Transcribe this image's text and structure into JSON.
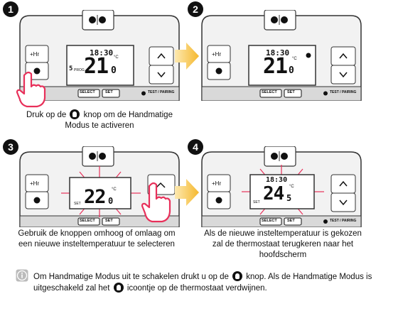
{
  "steps": [
    {
      "number": "1",
      "caption_lines": [
        "Druk op de",
        "knop om de Handmatige",
        "Modus te activeren"
      ],
      "display": {
        "time": "18:30",
        "temp_int": "21",
        "temp_dec": "0",
        "unit": "°C",
        "mode_label": "PROG",
        "mode_digit": "5"
      },
      "buttons": {
        "hr": "+Hr",
        "select": "SELECT",
        "set": "SET",
        "test": "TEST / PAIRING"
      }
    },
    {
      "number": "2",
      "display": {
        "time": "18:30",
        "temp_int": "21",
        "temp_dec": "0",
        "unit": "°C"
      },
      "buttons": {
        "hr": "+Hr",
        "select": "SELECT",
        "set": "SET",
        "test": "TEST / PAIRING"
      }
    },
    {
      "number": "3",
      "caption_lines": [
        "Gebruik de knoppen omhoog of omlaag om",
        "een nieuwe insteltemperatuur te selecteren"
      ],
      "display": {
        "temp_int": "22",
        "temp_dec": "0",
        "unit": "°C",
        "set_label": "SET"
      },
      "buttons": {
        "hr": "+Hr",
        "select": "SELECT",
        "set": "SET"
      }
    },
    {
      "number": "4",
      "caption_lines": [
        "Als de nieuwe insteltemperatuur is gekozen",
        "zal de thermostaat terugkeren naar het",
        "hoofdscherm"
      ],
      "display": {
        "time": "18:30",
        "temp_int": "24",
        "temp_dec": "5",
        "unit": "°C",
        "set_label": "SET"
      },
      "buttons": {
        "hr": "+Hr",
        "select": "SELECT",
        "set": "SET",
        "test": "TEST / PAIRING"
      }
    }
  ],
  "info": {
    "icon": "info-icon",
    "line1_a": "Om Handmatige Modus uit te schakelen drukt u op de",
    "line1_b": "knop. Als de Handmatige Modus is",
    "line2_a": "uitgeschakeld zal het",
    "line2_b": "icoontje op de thermostaat verdwijnen."
  },
  "colors": {
    "arrow": "#f5b82e",
    "rays": "#e8305a",
    "panel": "#f2f2f2",
    "badge": "#111111"
  }
}
